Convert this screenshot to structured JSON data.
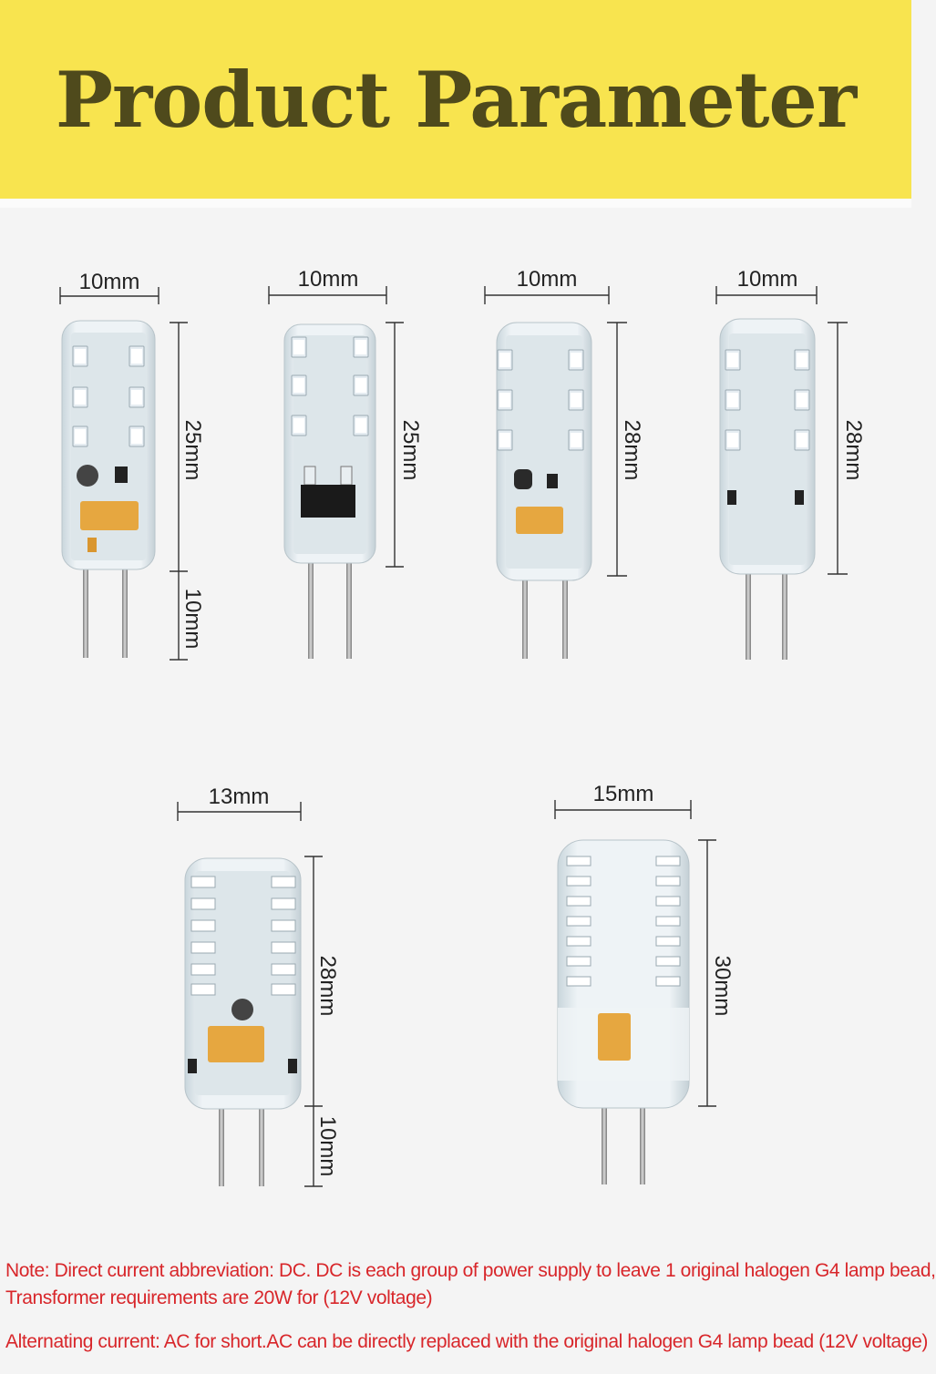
{
  "title": "Product Parameter",
  "colors": {
    "banner": "#f8e44f",
    "title": "#4f4a1c",
    "note_text": "#d8262a"
  },
  "bulbs": [
    {
      "width": "10mm",
      "height": "25mm",
      "pin": "10mm"
    },
    {
      "width": "10mm",
      "height": "25mm"
    },
    {
      "width": "10mm",
      "height": "28mm"
    },
    {
      "width": "10mm",
      "height": "28mm"
    },
    {
      "width": "13mm",
      "height": "28mm",
      "pin": "10mm"
    },
    {
      "width": "15mm",
      "height": "30mm"
    }
  ],
  "notes": {
    "line1": "Note: Direct current abbreviation: DC. DC is each group of power supply to leave 1 original halogen G4 lamp bead,",
    "line2": "Transformer requirements are 20W for (12V voltage)",
    "line3": "Alternating current: AC for short.AC can be directly replaced with the original halogen G4 lamp bead (12V voltage)"
  }
}
